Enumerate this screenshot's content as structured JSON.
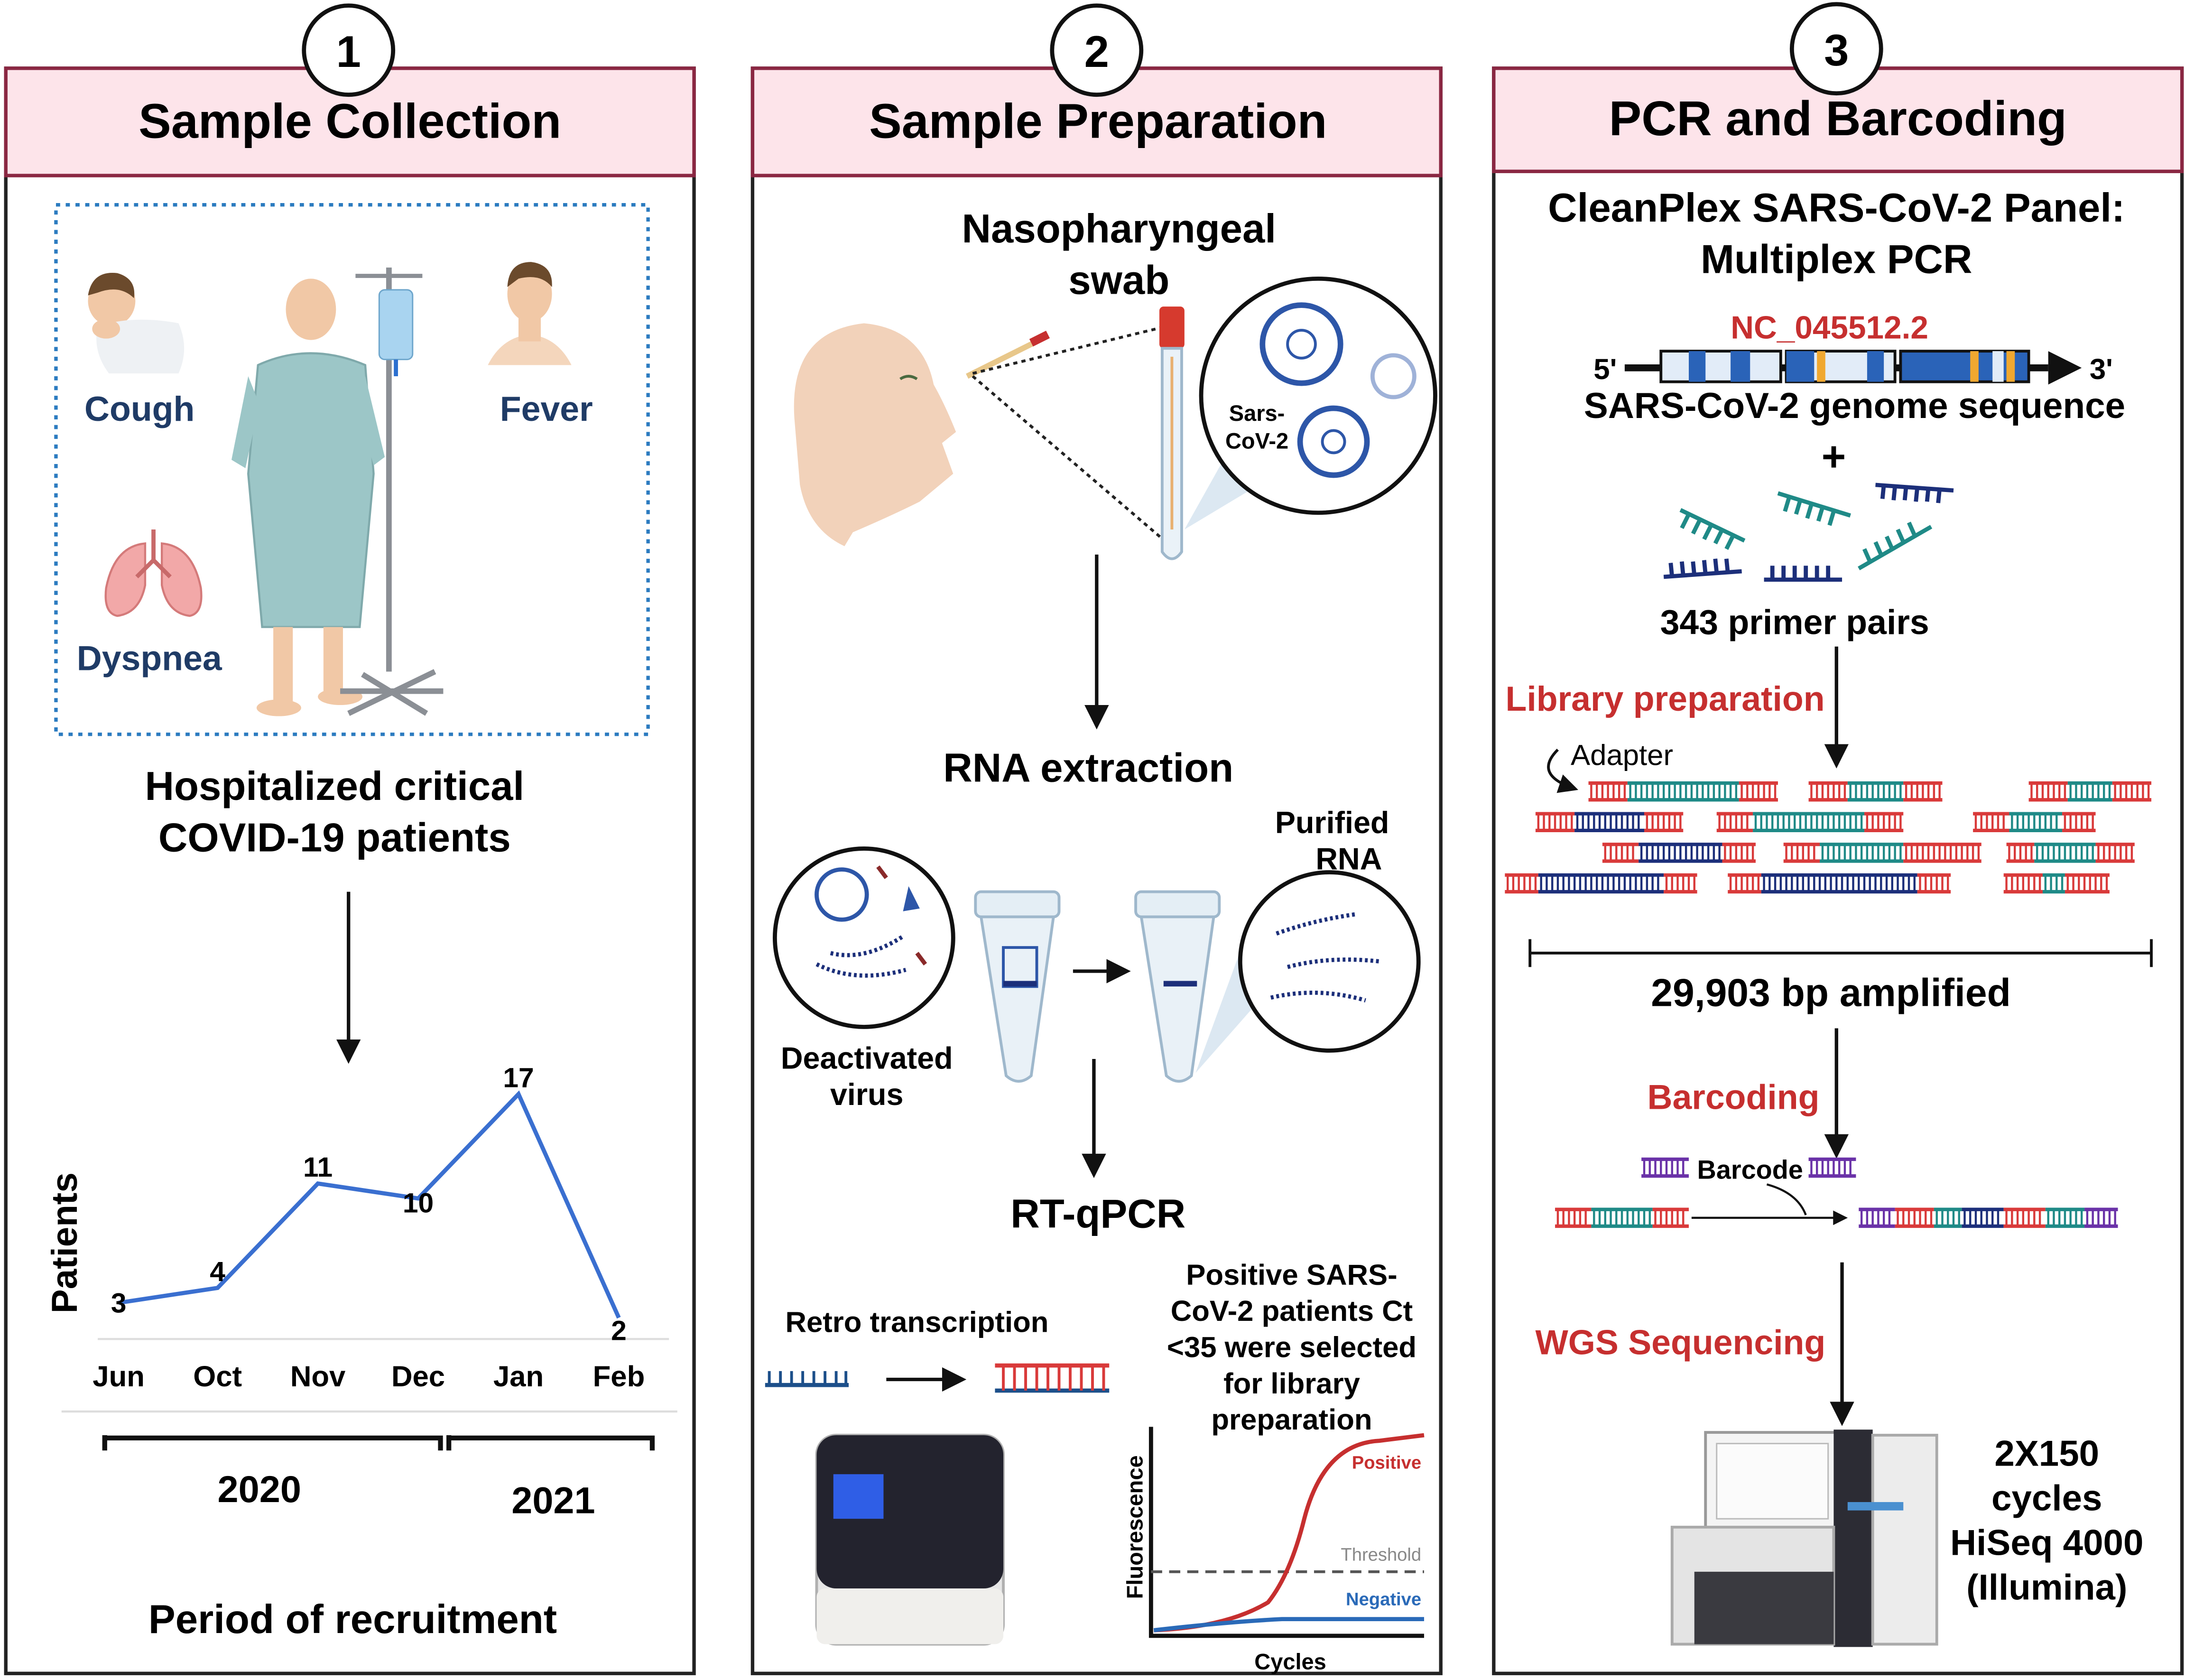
{
  "panels": [
    {
      "number": "1",
      "title": "Sample Collection"
    },
    {
      "number": "2",
      "title": "Sample Preparation"
    },
    {
      "number": "3",
      "title": "PCR and Barcoding"
    }
  ],
  "panel1": {
    "symptoms": {
      "cough": "Cough",
      "fever": "Fever",
      "dyspnea": "Dyspnea"
    },
    "caption_line1": "Hospitalized critical",
    "caption_line2": "COVID-19 patients",
    "years": {
      "y2020": "2020",
      "y2021": "2021"
    },
    "footer": "Period of recruitment"
  },
  "chart_data": {
    "type": "line",
    "categories": [
      "Jun",
      "Oct",
      "Nov",
      "Dec",
      "Jan",
      "Feb"
    ],
    "values": [
      3,
      4,
      11,
      10,
      17,
      2
    ],
    "ylabel": "Patients",
    "xlabel": "",
    "ylim": [
      0,
      20
    ],
    "line_color": "#3a6fd0",
    "grid": false
  },
  "panel2": {
    "swab_line1": "Nasopharyngeal",
    "swab_line2": "swab",
    "virus_line1": "Sars-",
    "virus_line2": "CoV-2",
    "rna_extraction": "RNA extraction",
    "deactivated_line1": "Deactivated",
    "deactivated_line2": "virus",
    "purified_line1": "Purified",
    "purified_line2": "RNA",
    "rtqpcr": "RT-qPCR",
    "retro": "Retro transcription",
    "selection_lines": [
      "Positive SARS-",
      "CoV-2 patients Ct",
      "<35 were selected",
      "for library",
      "preparation"
    ],
    "qpcr_plot": {
      "positive": "Positive",
      "threshold": "Threshold",
      "negative": "Negative",
      "ylabel": "Fluorescence",
      "xlabel": "Cycles"
    }
  },
  "panel3": {
    "panel_line1": "CleanPlex SARS-CoV-2 Panel:",
    "panel_line2": "Multiplex PCR",
    "accession": "NC_045512.2",
    "five_prime": "5'",
    "three_prime": "3'",
    "genome_label": "SARS-CoV-2 genome sequence",
    "plus": "+",
    "primers": "343 primer pairs",
    "library_prep": "Library preparation",
    "adapter": "Adapter",
    "amplified": "29,903 bp amplified",
    "barcoding": "Barcoding",
    "barcode": "Barcode",
    "wgs": "WGS Sequencing",
    "seq_lines": [
      "2X150",
      "cycles",
      "HiSeq 4000",
      "(Illumina)"
    ]
  },
  "colors": {
    "header_fill": "#fde4ea",
    "header_border": "#8a2742",
    "navy_label": "#1f3b66",
    "red_label": "#c62f2f",
    "dna_red": "#d93a3a",
    "dna_navy": "#1c2f7a",
    "dna_teal": "#1f8a87",
    "dna_purple": "#6a32a8"
  }
}
